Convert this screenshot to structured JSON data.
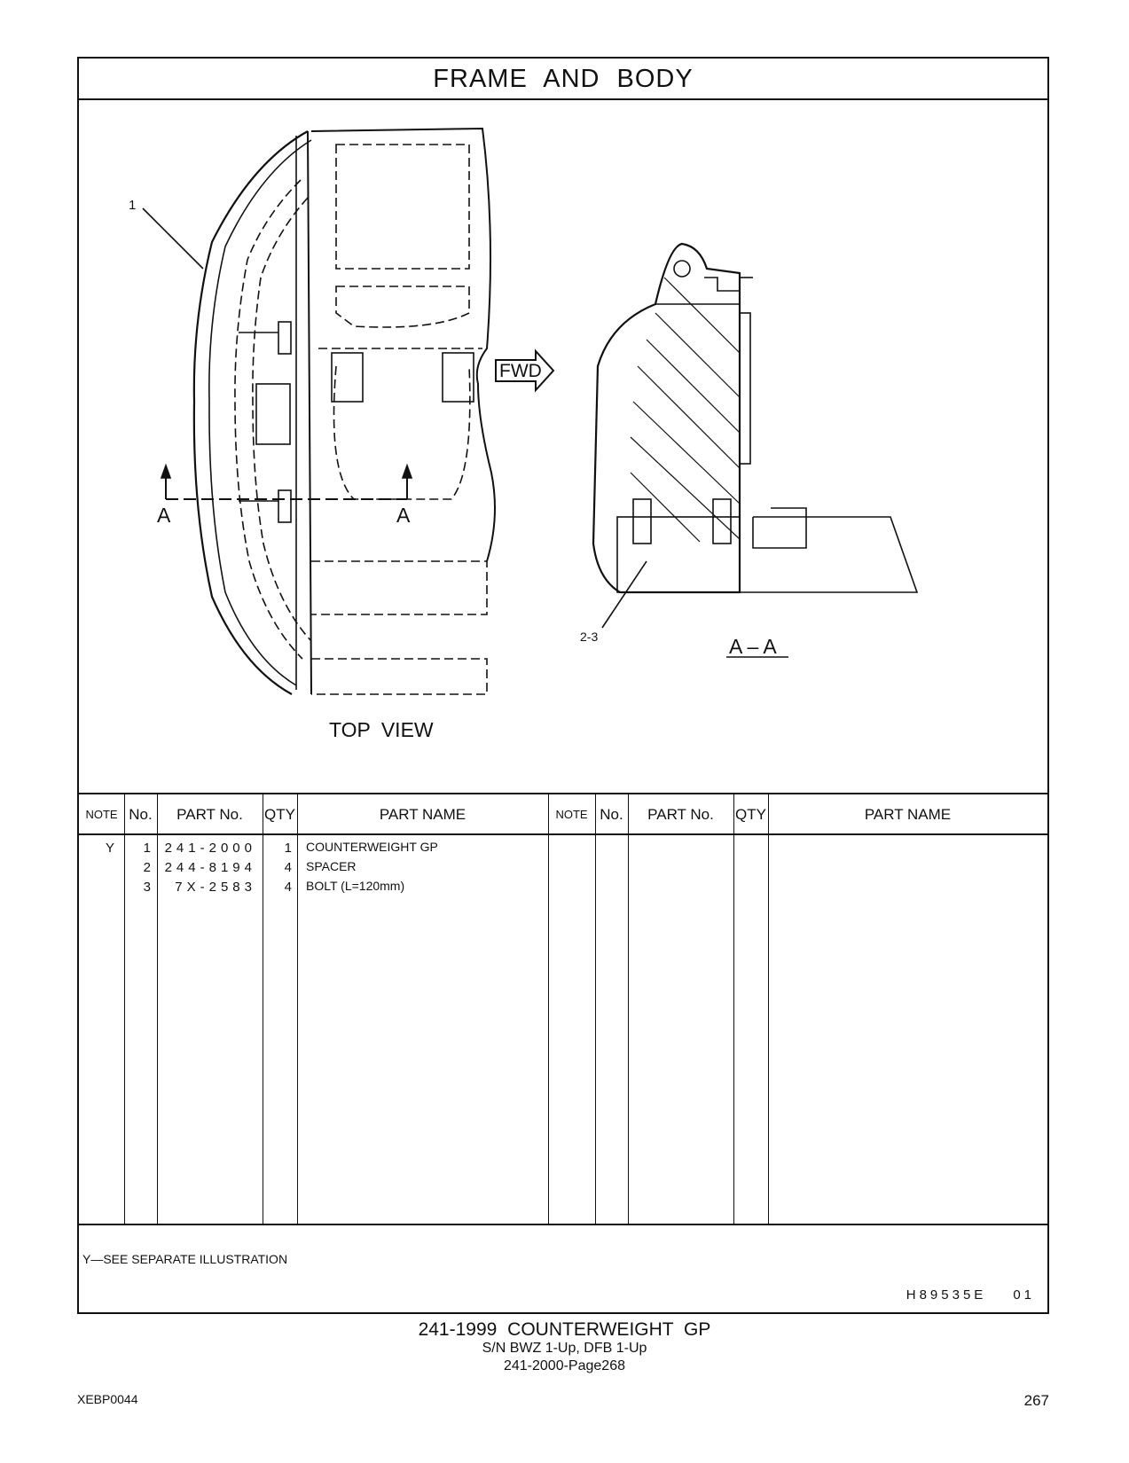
{
  "header": {
    "title": "FRAME AND BODY"
  },
  "illustration": {
    "callout_1": "1",
    "callout_2_3": "2-3",
    "section_marker_left": "A",
    "section_marker_right": "A",
    "fwd_label": "FWD",
    "section_label": "A – A",
    "top_view_label": "TOP VIEW"
  },
  "table": {
    "headers": {
      "note": "NOTE",
      "no": "No.",
      "part_no": "PART No.",
      "qty": "QTY",
      "part_name": "PART NAME"
    },
    "rows": [
      {
        "note": "Y",
        "no": "1",
        "part_no": "241-2000",
        "qty": "1",
        "part_name": "COUNTERWEIGHT GP"
      },
      {
        "note": "",
        "no": "2",
        "part_no": "244-8194",
        "qty": "4",
        "part_name": "SPACER"
      },
      {
        "note": "",
        "no": "3",
        "part_no": "7X-2583",
        "qty": "4",
        "part_name": "BOLT (L=120mm)"
      }
    ]
  },
  "footnote": "Y—SEE SEPARATE ILLUSTRATION",
  "drawing_code": {
    "id": "H89535E",
    "rev": "01"
  },
  "caption": {
    "title": "241-1999 COUNTERWEIGHT GP",
    "serial": "S/N BWZ 1-Up, DFB 1-Up",
    "page_ref": "241-2000-Page268"
  },
  "footer": {
    "doc_id": "XEBP0044",
    "page_number": "267"
  }
}
